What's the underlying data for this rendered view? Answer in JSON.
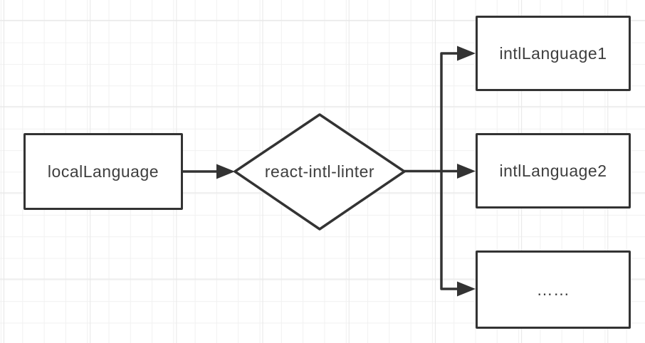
{
  "diagram": {
    "type": "flowchart",
    "nodes": {
      "source": {
        "label": "localLanguage",
        "shape": "rectangle"
      },
      "decision": {
        "label": "react-intl-linter",
        "shape": "diamond"
      },
      "target1": {
        "label": "intlLanguage1",
        "shape": "rectangle"
      },
      "target2": {
        "label": "intlLanguage2",
        "shape": "rectangle"
      },
      "target3": {
        "label": "……",
        "shape": "rectangle"
      }
    },
    "edges": [
      {
        "from": "localLanguage",
        "to": "react-intl-linter",
        "arrow": "end"
      },
      {
        "from": "react-intl-linter",
        "to": "intlLanguage1",
        "arrow": "end"
      },
      {
        "from": "react-intl-linter",
        "to": "intlLanguage2",
        "arrow": "end"
      },
      {
        "from": "react-intl-linter",
        "to": "……",
        "arrow": "end"
      }
    ],
    "colors": {
      "stroke": "#333333",
      "text": "#3e3e3e",
      "node_fill": "#ffffff",
      "grid_minor": "#f1f1f1",
      "grid_major": "#e7e7e7",
      "background": "#ffffff"
    }
  }
}
